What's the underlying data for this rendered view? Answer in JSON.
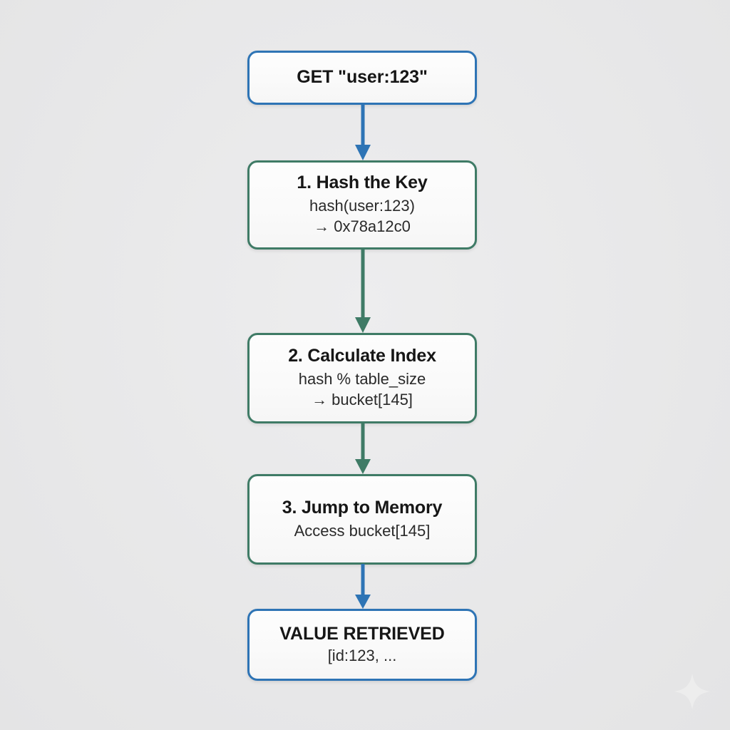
{
  "diagram": {
    "background_color": "#e9e9ea",
    "accent_terminal_color": "#2e74b5",
    "accent_step_color": "#3f7b66",
    "nodes": [
      {
        "id": "request",
        "kind": "terminal",
        "title": "GET \"user:123\"",
        "lines": []
      },
      {
        "id": "step-1",
        "kind": "step",
        "title": "1. Hash the Key",
        "lines": [
          "hash(user:123)",
          "→ 0x78a12c0"
        ]
      },
      {
        "id": "step-2",
        "kind": "step",
        "title": "2. Calculate Index",
        "lines": [
          "hash % table_size",
          "→ bucket[145]"
        ]
      },
      {
        "id": "step-3",
        "kind": "step",
        "title": "3. Jump to Memory",
        "lines": [
          "Access bucket[145]"
        ]
      },
      {
        "id": "result",
        "kind": "terminal",
        "title": "VALUE RETRIEVED",
        "lines": [
          "[id:123, ..."
        ]
      }
    ],
    "connectors": [
      {
        "id": "conn-1",
        "from": "request",
        "to": "step-1",
        "color": "#2e74b5"
      },
      {
        "id": "conn-2",
        "from": "step-1",
        "to": "step-2",
        "color": "#3f7b66"
      },
      {
        "id": "conn-3",
        "from": "step-2",
        "to": "step-3",
        "color": "#3f7b66"
      },
      {
        "id": "conn-4",
        "from": "step-3",
        "to": "result",
        "color": "#2e74b5"
      }
    ],
    "watermark": {
      "icon": "sparkle-icon",
      "color": "#f4f4f4"
    }
  }
}
